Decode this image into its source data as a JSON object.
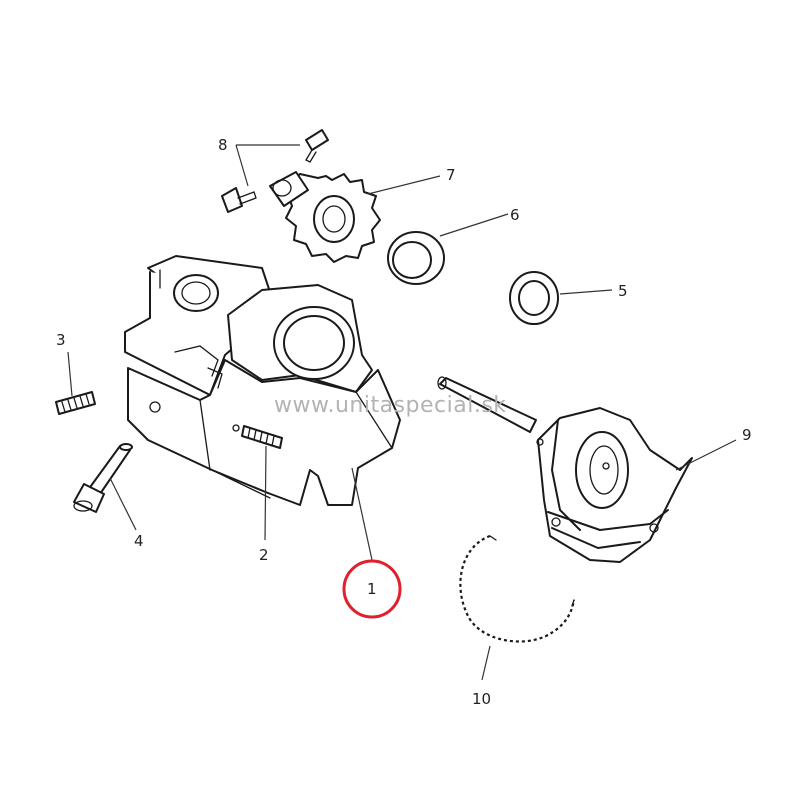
{
  "watermark": "www.unitaspecial.sk",
  "highlight_color": "#e0202a",
  "callouts": [
    {
      "id": "1",
      "label": "1",
      "highlighted": true
    },
    {
      "id": "2",
      "label": "2"
    },
    {
      "id": "3",
      "label": "3"
    },
    {
      "id": "4",
      "label": "4"
    },
    {
      "id": "5",
      "label": "5"
    },
    {
      "id": "6",
      "label": "6"
    },
    {
      "id": "7",
      "label": "7"
    },
    {
      "id": "8",
      "label": "8"
    },
    {
      "id": "9",
      "label": "9"
    },
    {
      "id": "10",
      "label": "10"
    }
  ]
}
